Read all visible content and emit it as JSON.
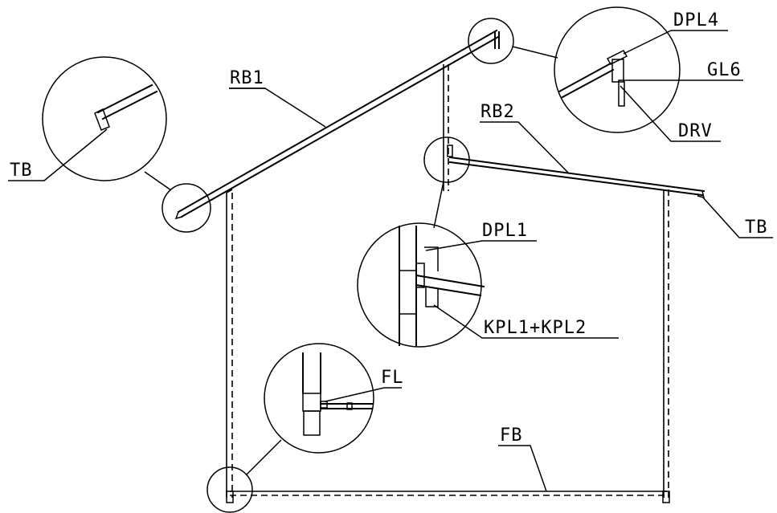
{
  "labels": {
    "rb1": "RB1",
    "rb2": "RB2",
    "tb_left": "TB",
    "tb_right": "TB",
    "dpl4": "DPL4",
    "gl6": "GL6",
    "drv": "DRV",
    "dpl1": "DPL1",
    "kpl": "KPL1+KPL2",
    "fl": "FL",
    "fb": "FB"
  },
  "colors": {
    "line": "#000000",
    "background": "#ffffff"
  }
}
